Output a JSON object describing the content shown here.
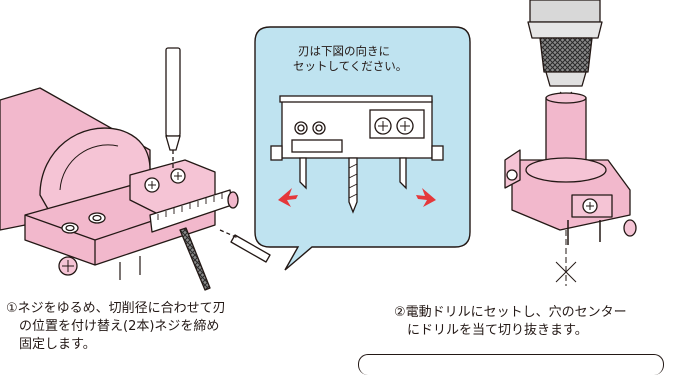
{
  "bubble": {
    "line1": "刃は下図の向きに",
    "line2": "セットしてください。"
  },
  "captions": {
    "step1": {
      "line1": "①ネジをゆるめ、切削径に合わせて刃",
      "line2": "の位置を付け替え(2本)ネジを締め",
      "line3": "固定します。"
    },
    "step2": {
      "line1": "②電動ドリルにセットし、穴のセンター",
      "line2": "にドリルを当て切り抜きます。"
    }
  },
  "colors": {
    "pink": "#f2b8cc",
    "pink_dark": "#e89ab5",
    "bubble_fill": "#bfe3f0",
    "arrow_red": "#e5383b",
    "line": "#231815",
    "gray": "#9a9a9a"
  }
}
